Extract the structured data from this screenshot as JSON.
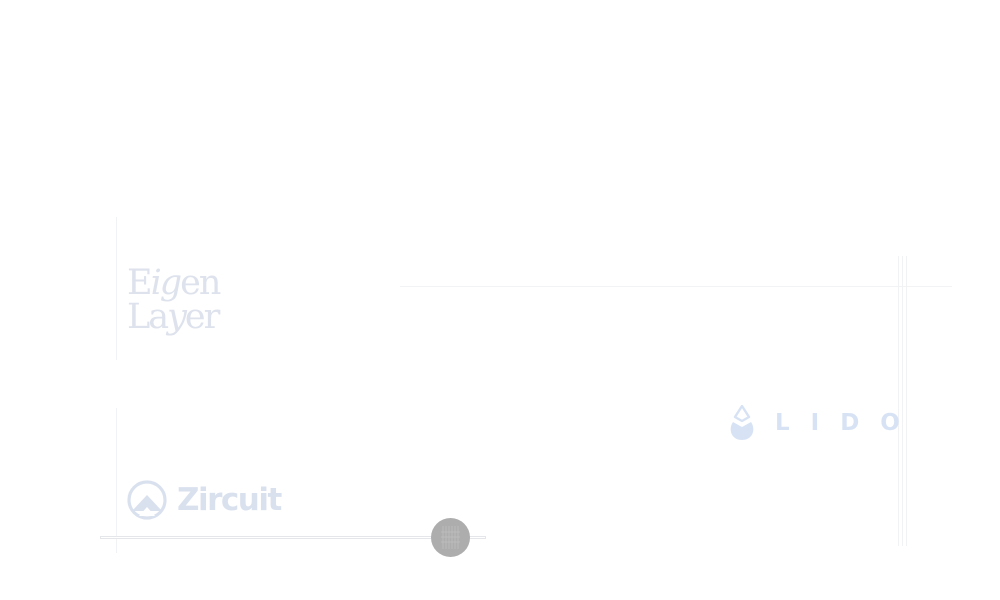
{
  "logos": {
    "eigenlayer": {
      "line1_a": "E",
      "line1_b": "ig",
      "line1_c": "en",
      "line2_a": "La",
      "line2_b": "y",
      "line2_c": "er",
      "color": "#dde2ec"
    },
    "zircuit": {
      "label": "Zircuit",
      "icon": "zircuit-mountain-icon",
      "color": "#dae1ee"
    },
    "lido": {
      "label": "LIDO",
      "icon": "lido-drop-icon",
      "color": "#d7e3f4"
    }
  },
  "slider": {
    "value": 0.9,
    "thumb_color": "#adadad"
  }
}
